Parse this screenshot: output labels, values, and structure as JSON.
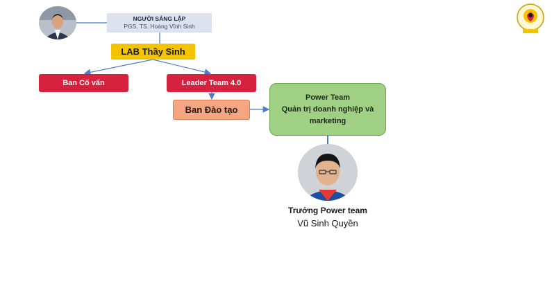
{
  "founder": {
    "title": "NGƯỜI SÁNG LẬP",
    "name": "PGS. TS. Hoàng Vĩnh Sinh"
  },
  "lab": {
    "label": "LAB Thầy Sinh"
  },
  "advisory": {
    "label": "Ban Cố vấn"
  },
  "leader_team": {
    "label": "Leader Team 4.0"
  },
  "training": {
    "label": "Ban Đào tạo"
  },
  "power_team": {
    "line1": "Power Team",
    "line2": "Quản trị doanh nghiệp và",
    "line3": "marketing"
  },
  "team_head": {
    "title": "Trưởng Power team",
    "name": "Vũ Sinh Quyền"
  },
  "colors": {
    "lab_yellow": "#f5c400",
    "red": "#d6213f",
    "orange": "#f4a582",
    "green": "#9fd083",
    "line_blue": "#4a7cc7"
  }
}
